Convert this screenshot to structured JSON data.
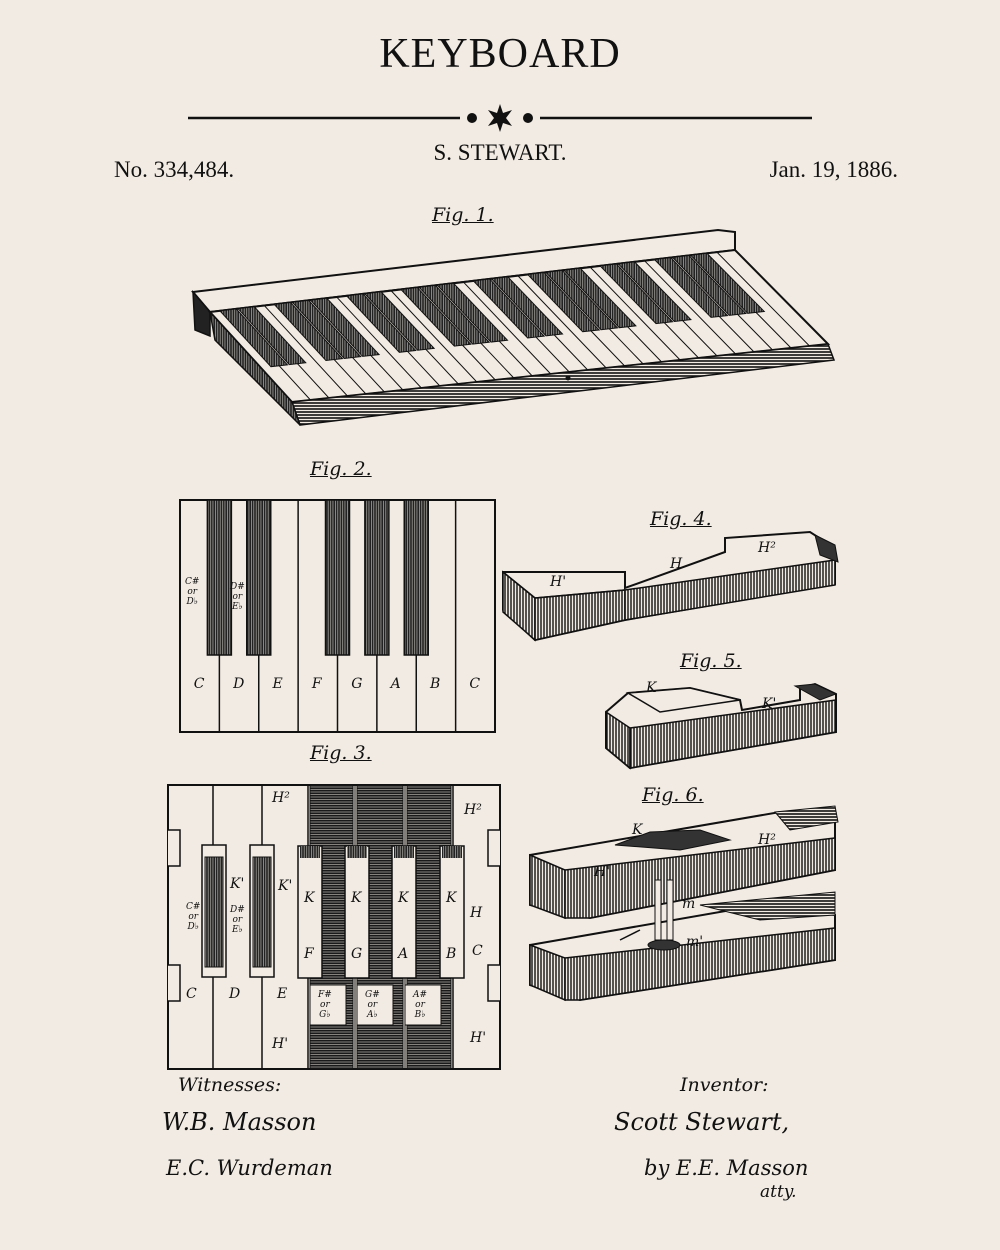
{
  "header": {
    "title": "KEYBOARD",
    "inventor_name": "S. STEWART.",
    "patent_number": "No. 334,484.",
    "date": "Jan. 19, 1886."
  },
  "figures": {
    "fig1": "Fig. 1.",
    "fig2": "Fig. 2.",
    "fig3": "Fig. 3.",
    "fig4": "Fig. 4.",
    "fig5": "Fig. 5.",
    "fig6": "Fig. 6."
  },
  "fig2": {
    "white_keys": [
      "C",
      "D",
      "E",
      "F",
      "G",
      "A",
      "B",
      "C"
    ],
    "sharp_labels": [
      [
        "C#",
        "or",
        "D♭"
      ],
      [
        "D#",
        "or",
        "E♭"
      ]
    ]
  },
  "fig3": {
    "white_keys": [
      "C",
      "D",
      "E"
    ],
    "k_labels": [
      "K",
      "K",
      "K",
      "K"
    ],
    "lower_keys": [
      "F",
      "G",
      "A",
      "B"
    ],
    "k_prime": [
      "K'",
      "K'"
    ],
    "h_labels": {
      "h2_left": "H²",
      "h2_right": "H²",
      "h_right": "H",
      "h_prime_left": "H'",
      "h_prime_right": "H'",
      "c_right": "C"
    },
    "sharp_labels": [
      [
        "C#",
        "or",
        "D♭"
      ],
      [
        "D#",
        "or",
        "E♭"
      ]
    ],
    "bottom_labels": [
      [
        "F#",
        "or",
        "G♭"
      ],
      [
        "G#",
        "or",
        "A♭"
      ],
      [
        "A#",
        "or",
        "B♭"
      ]
    ]
  },
  "fig4": {
    "h_prime": "H'",
    "h": "H",
    "h2": "H²"
  },
  "fig5": {
    "k": "K",
    "k_prime": "K'"
  },
  "fig6": {
    "k": "K",
    "h_prime": "H'",
    "h2": "H²",
    "m": "m",
    "m_prime": "m'"
  },
  "witnesses": {
    "heading": "Witnesses:",
    "witness_1": "W.B. Masson",
    "witness_2": "E.C. Wurdeman"
  },
  "inventor_block": {
    "heading": "Inventor:",
    "signature": "Scott Stewart,",
    "by_line": "by E.E. Masson",
    "atty": "atty."
  },
  "colors": {
    "background": "#f2ebe3",
    "ink": "#111111"
  }
}
